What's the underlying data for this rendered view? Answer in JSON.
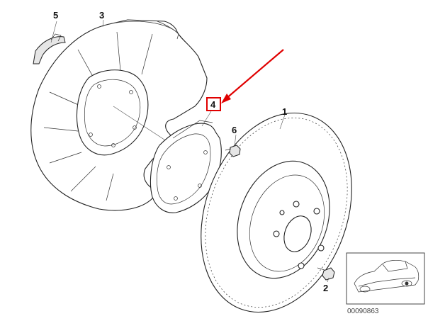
{
  "callouts": [
    {
      "number": "1",
      "part": "brake-disc"
    },
    {
      "number": "2",
      "part": "disc-screw"
    },
    {
      "number": "3",
      "part": "protection-plate"
    },
    {
      "number": "4",
      "part": "brake-shoe-carrier",
      "highlighted": true
    },
    {
      "number": "5",
      "part": "clip"
    },
    {
      "number": "6",
      "part": "bolt"
    }
  ],
  "highlight_color": "#e00000",
  "reference_number": "00090863",
  "thumbnail_icon": "car-outline-icon"
}
